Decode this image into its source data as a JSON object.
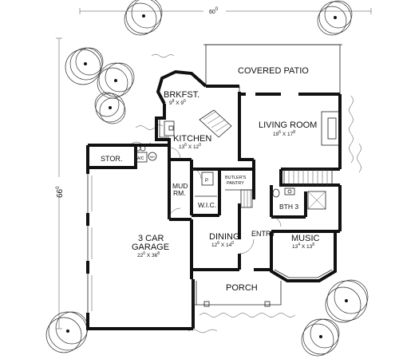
{
  "plan": {
    "width_dim": "60",
    "width_dim_sup": "0",
    "depth_dim": "66",
    "depth_dim_sup": "0"
  },
  "rooms": {
    "covered_patio": {
      "name": "COVERED PATIO"
    },
    "breakfast": {
      "name": "BRKFST.",
      "size": "9",
      "size_sup1": "8",
      "size_mid": " X 9",
      "size_sup2": "0"
    },
    "kitchen": {
      "name": "KITCHEN",
      "size": "13",
      "size_sup1": "6",
      "size_mid": " X 12",
      "size_sup2": "0"
    },
    "living_room": {
      "name": "LIVING ROOM",
      "size": "19",
      "size_sup1": "6",
      "size_mid": " X 17",
      "size_sup2": "8"
    },
    "storage": {
      "name": "STOR."
    },
    "ac": {
      "name": "A/C"
    },
    "water_heater": {
      "name": "WH"
    },
    "mud_room": {
      "name1": "MUD",
      "name2": "RM."
    },
    "pantry": {
      "name": "P"
    },
    "butlers_pantry": {
      "name1": "BUTLER'S",
      "name2": "PANTRY"
    },
    "wic": {
      "name": "W.I.C."
    },
    "bath3": {
      "name": "BTH 3"
    },
    "garage": {
      "name1": "3 CAR",
      "name2": "GARAGE",
      "size": "22",
      "size_sup1": "0",
      "size_mid": " X 36",
      "size_sup2": "8"
    },
    "dining": {
      "name": "DINING",
      "size": "12",
      "size_sup1": "6",
      "size_mid": " X 14",
      "size_sup2": "0"
    },
    "entry": {
      "name": "ENTRY"
    },
    "music": {
      "name": "MUSIC",
      "size": "13",
      "size_sup1": "4",
      "size_mid": " X 13",
      "size_sup2": "8"
    },
    "porch": {
      "name": "PORCH"
    }
  },
  "colors": {
    "ink": "#111111",
    "background": "#ffffff"
  }
}
